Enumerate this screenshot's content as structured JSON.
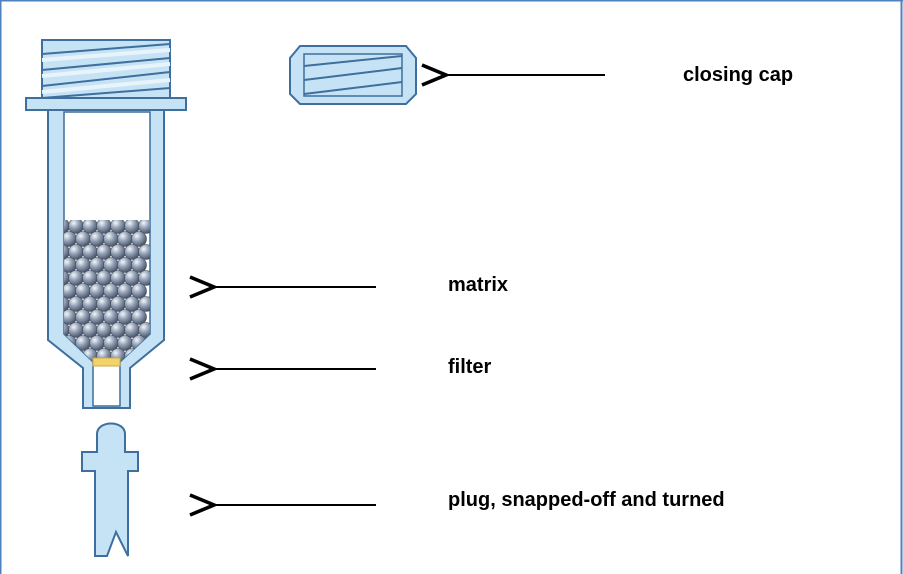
{
  "labels": {
    "closing_cap": "closing cap",
    "matrix": "matrix",
    "filter": "filter",
    "plug": "plug, snapped-off and turned"
  },
  "colors": {
    "frame": "#4f81bd",
    "part_fill": "#c6e3f5",
    "part_stroke": "#3e6f9e",
    "bead": "#6e7f98",
    "filter": "#f2d36b",
    "arrow": "#000000"
  }
}
